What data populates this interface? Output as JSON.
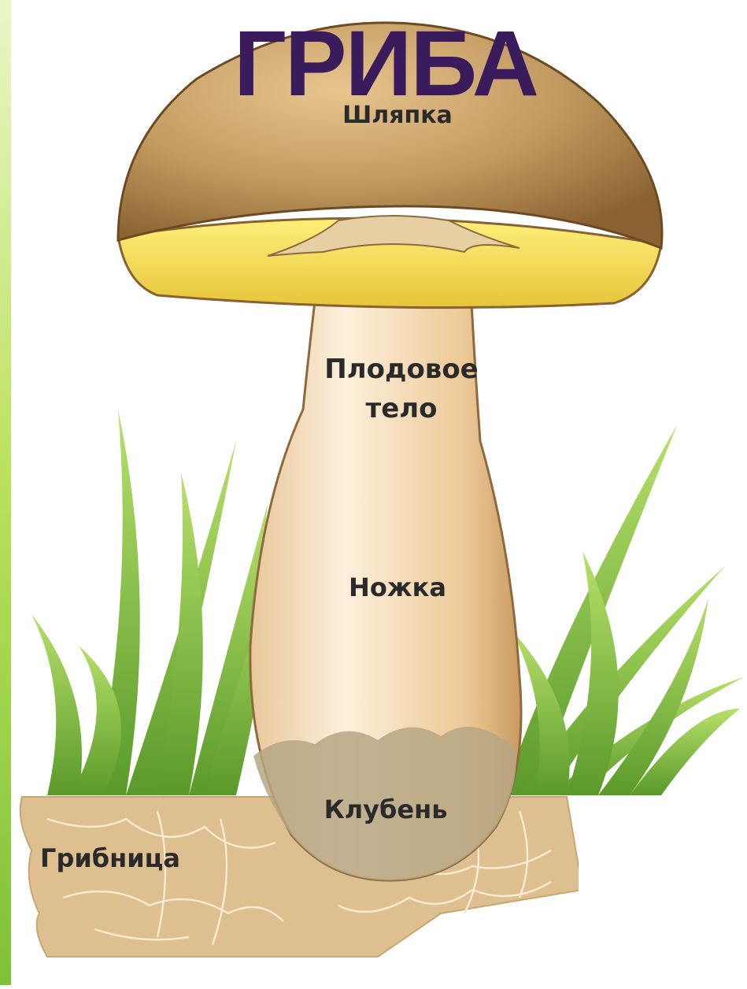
{
  "title": "ГРИБА",
  "labels": {
    "cap": "Шляпка",
    "fruit_body_line1": "Плодовое",
    "fruit_body_line2": "тело",
    "stem": "Ножка",
    "tuber": "Клубень",
    "mycelium": "Грибница"
  },
  "colors": {
    "title": "#3a1c5c",
    "cap": "#b58a52",
    "cap_underside": "#f2d24a",
    "stem": "#f0d3a8",
    "soil": "#d9b98a",
    "grass": "#8cc63f",
    "left_edge_bg": "#a6d64a"
  }
}
